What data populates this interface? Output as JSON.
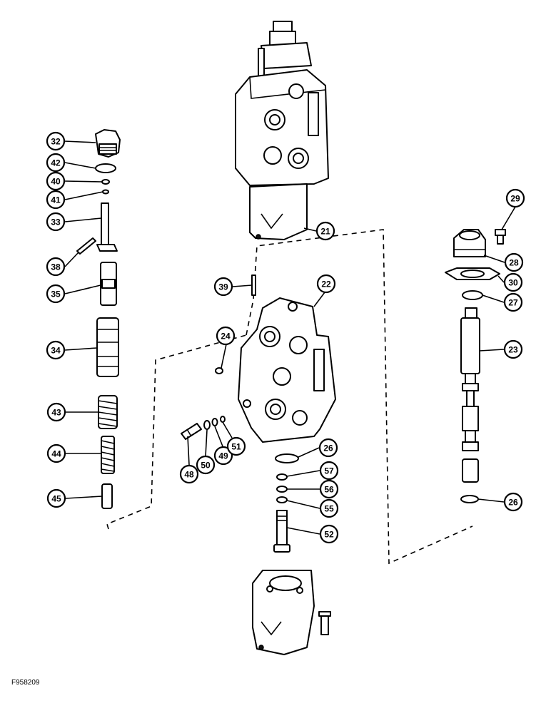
{
  "figure_id": "F958209",
  "callouts": [
    {
      "id": "c32",
      "label": "32"
    },
    {
      "id": "c42",
      "label": "42"
    },
    {
      "id": "c40",
      "label": "40"
    },
    {
      "id": "c41",
      "label": "41"
    },
    {
      "id": "c33",
      "label": "33"
    },
    {
      "id": "c38",
      "label": "38"
    },
    {
      "id": "c35",
      "label": "35"
    },
    {
      "id": "c34",
      "label": "34"
    },
    {
      "id": "c43",
      "label": "43"
    },
    {
      "id": "c44",
      "label": "44"
    },
    {
      "id": "c45",
      "label": "45"
    },
    {
      "id": "c21",
      "label": "21"
    },
    {
      "id": "c39",
      "label": "39"
    },
    {
      "id": "c22",
      "label": "22"
    },
    {
      "id": "c24",
      "label": "24"
    },
    {
      "id": "c48",
      "label": "48"
    },
    {
      "id": "c50",
      "label": "50"
    },
    {
      "id": "c49",
      "label": "49"
    },
    {
      "id": "c51",
      "label": "51"
    },
    {
      "id": "c26a",
      "label": "26"
    },
    {
      "id": "c57",
      "label": "57"
    },
    {
      "id": "c56",
      "label": "56"
    },
    {
      "id": "c55",
      "label": "55"
    },
    {
      "id": "c52",
      "label": "52"
    },
    {
      "id": "c29",
      "label": "29"
    },
    {
      "id": "c28",
      "label": "28"
    },
    {
      "id": "c30",
      "label": "30"
    },
    {
      "id": "c27",
      "label": "27"
    },
    {
      "id": "c23",
      "label": "23"
    },
    {
      "id": "c26b",
      "label": "26"
    }
  ]
}
